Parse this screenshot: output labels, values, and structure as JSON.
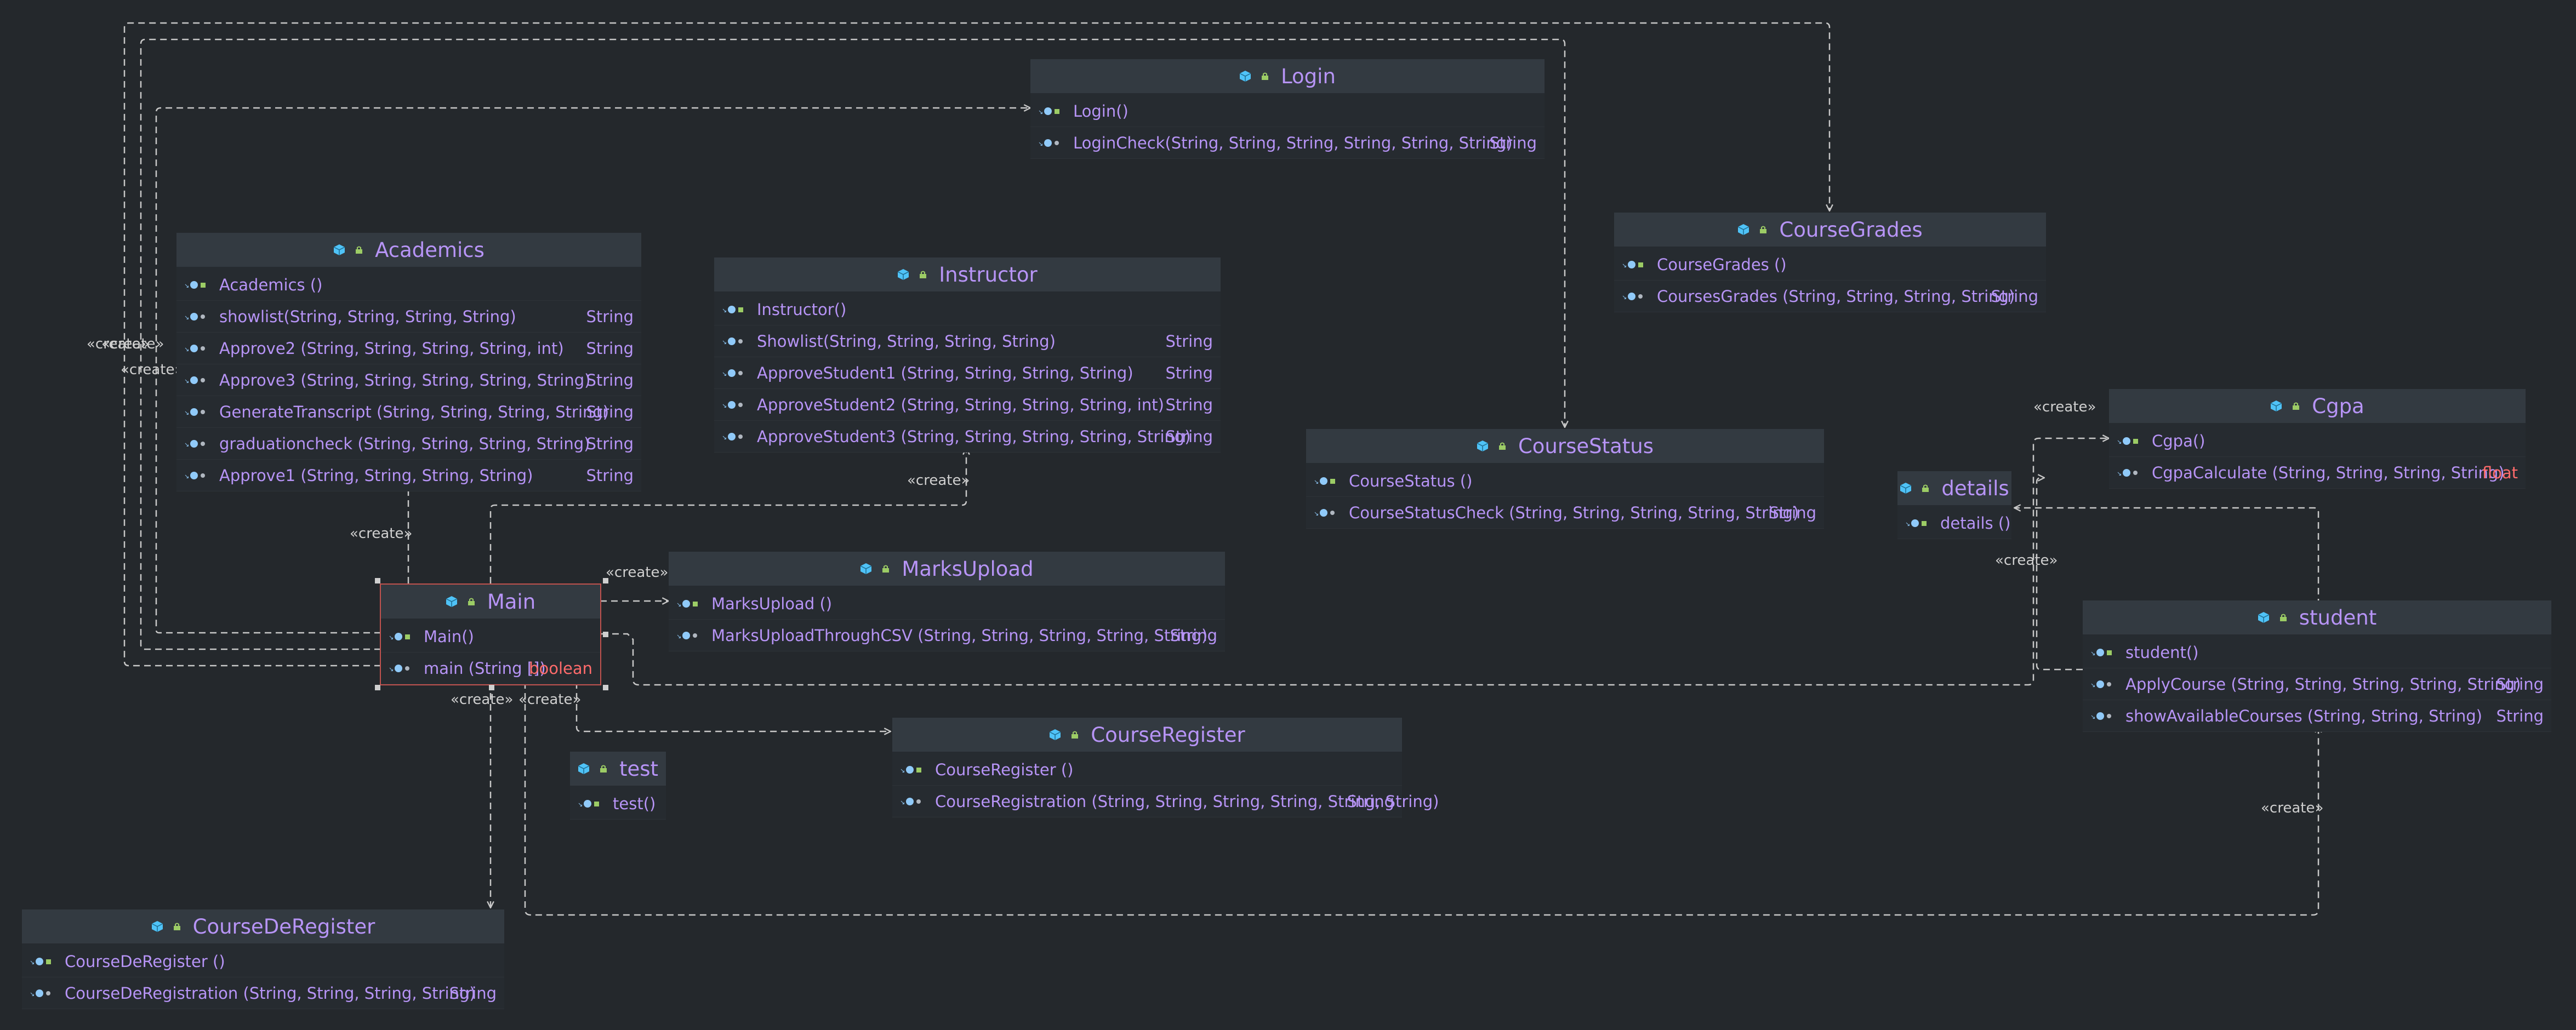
{
  "diagram": {
    "classes": {
      "login": {
        "name": "Login",
        "members": [
          {
            "name": "Login()",
            "ret": ""
          },
          {
            "name": "LoginCheck(String, String, String, String, String, String)",
            "ret": "String"
          }
        ]
      },
      "academics": {
        "name": "Academics",
        "members": [
          {
            "name": "Academics ()",
            "ret": ""
          },
          {
            "name": "showlist(String, String, String, String)",
            "ret": "String"
          },
          {
            "name": "Approve2 (String, String, String, String, int)",
            "ret": "String"
          },
          {
            "name": "Approve3 (String, String, String, String, String)",
            "ret": "String"
          },
          {
            "name": "GenerateTranscript (String, String, String, String)",
            "ret": "String"
          },
          {
            "name": "graduationcheck (String, String, String, String)",
            "ret": "String"
          },
          {
            "name": "Approve1 (String, String, String, String)",
            "ret": "String"
          }
        ]
      },
      "instructor": {
        "name": "Instructor",
        "members": [
          {
            "name": "Instructor()",
            "ret": ""
          },
          {
            "name": "Showlist(String, String, String, String)",
            "ret": "String"
          },
          {
            "name": "ApproveStudent1 (String, String, String, String)",
            "ret": "String"
          },
          {
            "name": "ApproveStudent2 (String, String, String, String, int)",
            "ret": "String"
          },
          {
            "name": "ApproveStudent3 (String, String, String, String, String)",
            "ret": "String"
          }
        ]
      },
      "coursegrades": {
        "name": "CourseGrades",
        "members": [
          {
            "name": "CourseGrades ()",
            "ret": ""
          },
          {
            "name": "CoursesGrades (String, String, String, String)",
            "ret": "String"
          }
        ]
      },
      "cgpa": {
        "name": "Cgpa",
        "members": [
          {
            "name": "Cgpa()",
            "ret": ""
          },
          {
            "name": "CgpaCalculate (String, String, String, String)",
            "ret": "float"
          }
        ]
      },
      "coursestatus": {
        "name": "CourseStatus",
        "members": [
          {
            "name": "CourseStatus ()",
            "ret": ""
          },
          {
            "name": "CourseStatusCheck (String, String, String, String, String)",
            "ret": "String"
          }
        ]
      },
      "details": {
        "name": "details",
        "members": [
          {
            "name": "details ()",
            "ret": ""
          }
        ]
      },
      "main": {
        "name": "Main",
        "members": [
          {
            "name": "Main()",
            "ret": ""
          },
          {
            "name": "main (String [])",
            "ret": "boolean"
          }
        ]
      },
      "marksupload": {
        "name": "MarksUpload",
        "members": [
          {
            "name": "MarksUpload ()",
            "ret": ""
          },
          {
            "name": "MarksUploadThroughCSV (String, String, String, String, String)",
            "ret": "String"
          }
        ]
      },
      "student": {
        "name": "student",
        "members": [
          {
            "name": "student()",
            "ret": ""
          },
          {
            "name": "ApplyCourse (String, String, String, String, String)",
            "ret": "String"
          },
          {
            "name": "showAvailableCourses (String, String, String)",
            "ret": "String"
          }
        ]
      },
      "test": {
        "name": "test",
        "members": [
          {
            "name": "test()",
            "ret": ""
          }
        ]
      },
      "courseregister": {
        "name": "CourseRegister",
        "members": [
          {
            "name": "CourseRegister ()",
            "ret": ""
          },
          {
            "name": "CourseRegistration (String, String, String, String, String, String)",
            "ret": "String"
          }
        ]
      },
      "coursederegister": {
        "name": "CourseDeRegister",
        "members": [
          {
            "name": "CourseDeRegister ()",
            "ret": ""
          },
          {
            "name": "CourseDeRegistration (String, String, String, String)",
            "ret": "String"
          }
        ]
      }
    },
    "create_label": "«create»"
  },
  "colors": {
    "background": "#24282c",
    "header": "#333a41",
    "text": "#b794f6",
    "accent_red": "#ff6b6b",
    "edge": "#c8c8c8",
    "class_icon": "#4fc3f7",
    "lock_icon": "#9ccc65"
  }
}
